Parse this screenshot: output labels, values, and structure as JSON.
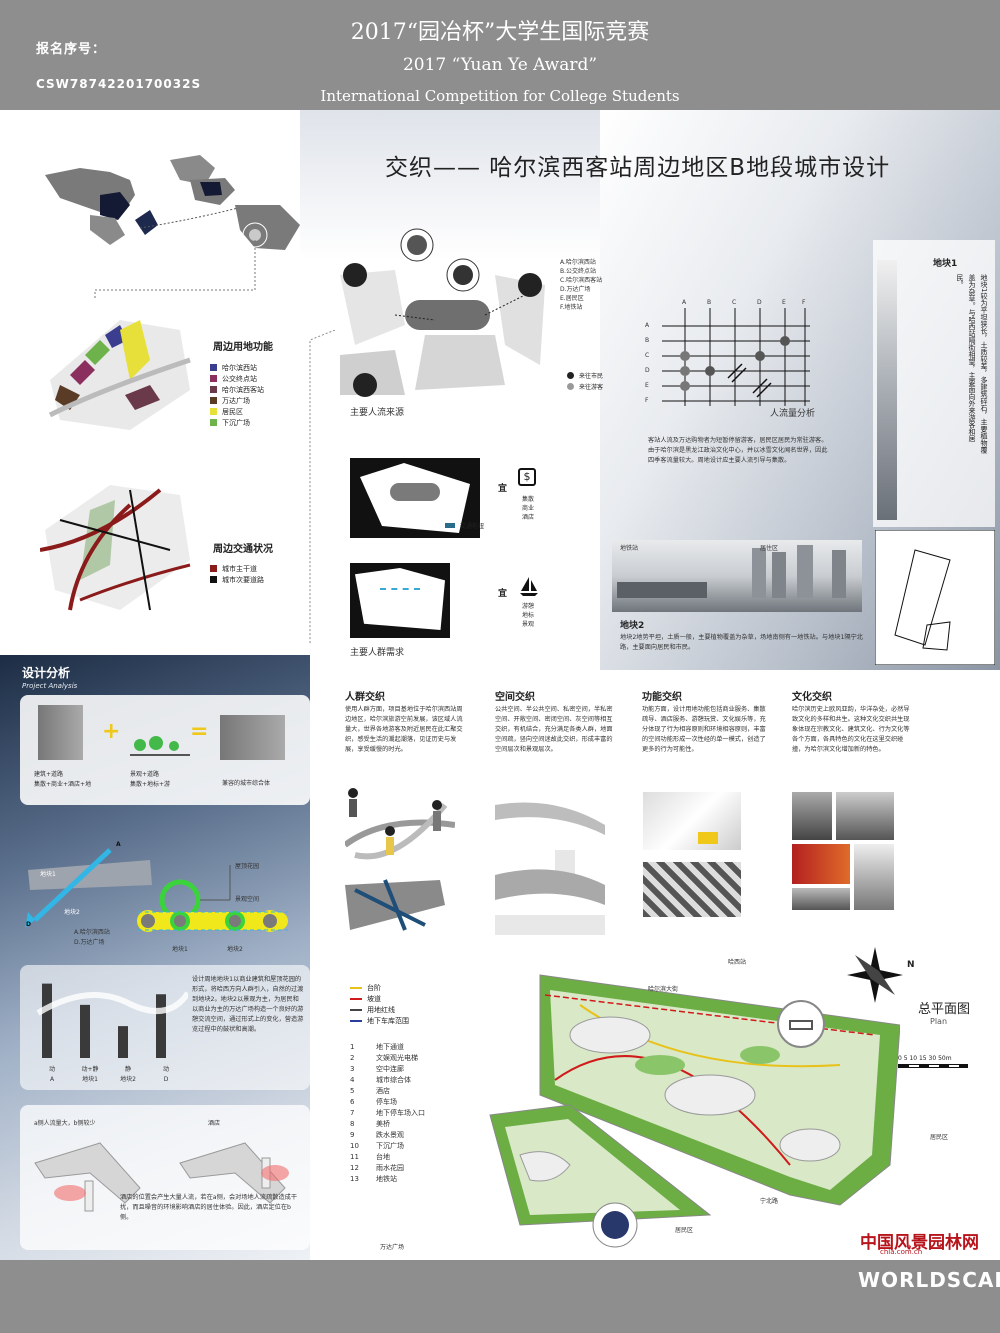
{
  "header": {
    "title_cn": "2017“园冶杯”大学生国际竞赛",
    "title_en1": "2017 “Yuan Ye Award”",
    "title_en2": "International Competition for College Students",
    "reg_label": "报名序号：",
    "reg_number": "CSW7874220170032S"
  },
  "main_title": "交织—— 哈尔滨西客站周边地区B地段城市设计",
  "land_use": {
    "title": "周边用地功能",
    "items": [
      {
        "label": "哈尔滨西站",
        "color": "#3b3e8f"
      },
      {
        "label": "公交终点站",
        "color": "#8a2f5e"
      },
      {
        "label": "哈尔滨西客站",
        "color": "#6b3a4a"
      },
      {
        "label": "万达广场",
        "color": "#5a3c26"
      },
      {
        "label": "居民区",
        "color": "#e8e03a"
      },
      {
        "label": "下沉广场",
        "color": "#6db24a"
      }
    ]
  },
  "traffic": {
    "title": "周边交通状况",
    "items": [
      {
        "label": "城市主干道",
        "color": "#8b1a1a"
      },
      {
        "label": "城市次要道路",
        "color": "#111111"
      }
    ]
  },
  "flow_sources": {
    "caption": "主要人流来源",
    "items": [
      "A.哈尔滨西站",
      "B.公交终点站",
      "C.哈尔滨西客站",
      "D.万达广场",
      "E.居民区",
      "F.地铁站"
    ],
    "legend": [
      "来往市民",
      "来往游客"
    ]
  },
  "flow_grid": {
    "caption": "人流量分析",
    "cols": [
      "A",
      "B",
      "C",
      "D",
      "E",
      "F"
    ],
    "rows": [
      "A",
      "B",
      "C",
      "D",
      "E",
      "F"
    ],
    "text": "客站人流及万达购物者为短暂停留游客，居民区居民为常驻游客。由于哈尔滨是黑龙江政治文化中心，并以冰雪文化闻名世界，因此四季客流量较大。周地设计应主要人流引导与集散。"
  },
  "parcel1": {
    "label": "地块1",
    "text": "地块1较为平坦狭长，土质较差，多建筑碎石，主要植物覆盖为杂草。与哈西站隔街相望，主要面向外来游客和居民。"
  },
  "needs": {
    "caption": "主要人群需求",
    "block1": {
      "suitable": "宜",
      "items": [
        "集散",
        "商业",
        "酒店"
      ],
      "legend": "交通枢纽"
    },
    "block2": {
      "suitable": "宜",
      "items": [
        "游憩",
        "地标",
        "景观"
      ]
    }
  },
  "parcel2": {
    "label": "地块2",
    "text": "地块2地势平坦，土质一般，主要植物覆盖为杂草，场地南侧有一地铁站。与地块1隔宁北路，主要面向居民和市民。",
    "photo_labels": [
      "地铁站",
      "居住区"
    ]
  },
  "design_analysis": {
    "title": "设计分析",
    "subtitle": "Project Analysis",
    "formula": [
      "建筑+道路",
      "集散+商业+酒店+地",
      "景观+道路",
      "集散+地标+游",
      "兼容的城市综合体"
    ],
    "diagram_labels": [
      "屋顶花园",
      "景观空间",
      "地块1",
      "地块2",
      "A.哈尔滨西站",
      "D.万达广场",
      "地块1",
      "地块2"
    ],
    "axis_points": [
      "A",
      "D"
    ],
    "bars": [
      {
        "label": "动",
        "sub": "A",
        "value": 7
      },
      {
        "label": "动+静",
        "sub": "地块1",
        "value": 5
      },
      {
        "label": "静",
        "sub": "地块2",
        "value": 3
      },
      {
        "label": "动",
        "sub": "D",
        "value": 6
      }
    ],
    "bar_text": "设计周地地块1以商业建筑和屋顶花园的形式，将哈西方向人群引入，自然的过渡到地块2。地块2以景观为主，为居民和以商业为主的万达广场构造一个良好的游憩交流空间，通过形式上的变化，营造游览过程中的鼓状和高潮。",
    "hotel_labels": [
      "a侧人流量大，b侧较少",
      "酒店"
    ],
    "hotel_text": "酒店的位置会产生大量人流，若在a侧，会对场地人流疏散造成干扰，而且噪音的环境影响酒店的居住体验。因此，酒店定位在b侧。"
  },
  "concepts": [
    {
      "title": "人群交织",
      "text": "使用人群方面，项目基地位于哈尔滨西站周边地区，哈尔滨旅游空前发展，该区域人流量大，世界各地游客及附近居民在此汇聚交织，感受生活的潮起潮落，见证历史与发展，享受缓慢的时光。"
    },
    {
      "title": "空间交织",
      "text": "公共空间、半公共空间、私密空间，半私密空间、开敞空间、密闭空间、灰空间等相互交织，有机结合，充分满足各类人群，地面空间疏，竖向空间迷故此交织，形成丰富的空间层次和景观层次。"
    },
    {
      "title": "功能交织",
      "text": "功能方面，设计用地功能包括商业服务、集散疏导、酒店服务、游憩玩赏、文化娱乐等，充分体现了行为相容原则和环境相容原则，丰富的空间功能形成一次性经的单一模式，创造了更多的行为可能性。"
    },
    {
      "title": "文化交织",
      "text": "哈尔滨历史上欧风亚韵，华洋杂处，必然导致文化的多样和共生。这种文化交织共生现象体现在宗教文化、建筑文化、行为文化等各个方面，各具特色的文化在这里交织碰撞，为哈尔滨文化增加新的特色。"
    }
  ],
  "master_plan": {
    "title": "总平面图",
    "subtitle": "Plan",
    "legend": [
      {
        "label": "台阶",
        "color": "#e8c21a"
      },
      {
        "label": "坡道",
        "color": "#d11a1a"
      },
      {
        "label": "用地红线",
        "color": "#444444"
      },
      {
        "label": "地下车库范围",
        "color": "#2a3e9e"
      }
    ],
    "numbered": [
      "地下通道",
      "文娱观光电梯",
      "空中连廊",
      "城市综合体",
      "酒店",
      "停车场",
      "地下停车场入口",
      "美桥",
      "跌水景观",
      "下沉广场",
      "台地",
      "雨水花园",
      "地铁站"
    ],
    "street_labels": [
      "哈西站",
      "哈尔滨大街",
      "宁北路",
      "居民区",
      "居民区",
      "万达广场"
    ],
    "north": "N",
    "scale": "0 5 10 15 30 50m"
  },
  "watermark": {
    "cn": "中国风景园林网",
    "url": "chla.com.cn",
    "en": "WORLDSCAPE"
  }
}
